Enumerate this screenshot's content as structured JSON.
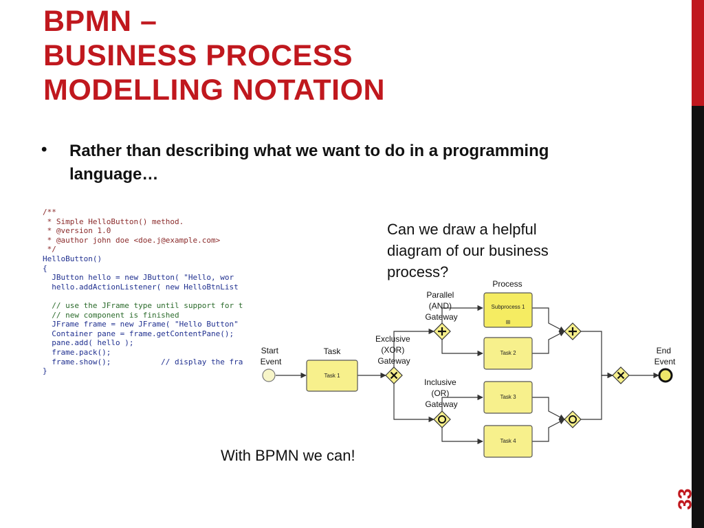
{
  "title": {
    "line1": "BPMN –",
    "line2": "BUSINESS PROCESS",
    "line3": "MODELLING NOTATION"
  },
  "bullet": {
    "marker": "•",
    "text": "Rather than describing what we want to do in a programming language…"
  },
  "code": {
    "lines": [
      "/**",
      " * Simple HelloButton() method.",
      " * @version 1.0",
      " * @author john doe <doe.j@example.com>",
      " */",
      "HelloButton()",
      "{",
      "  JButton hello = new JButton( \"Hello, wor",
      "  hello.addActionListener( new HelloBtnList",
      "",
      "  // use the JFrame type until support for t",
      "  // new component is finished",
      "  JFrame frame = new JFrame( \"Hello Button\"",
      "  Container pane = frame.getContentPane();",
      "  pane.add( hello );",
      "  frame.pack();",
      "  frame.show();           // display the fra",
      "}"
    ]
  },
  "note_right": "Can we draw a helpful diagram of our business process?",
  "note_bottom": "With BPMN we can!",
  "page_number": "33",
  "colors": {
    "accent": "#c0181e",
    "sidebar_dark": "#111111",
    "task_fill": "#f7f08c",
    "subprocess_fill": "#f5ec62",
    "gateway_fill": "#f7f08c"
  },
  "diagram": {
    "labels": {
      "start_event": [
        "Start",
        "Event"
      ],
      "task": "Task",
      "exclusive": [
        "Exclusive",
        "(XOR)",
        "Gateway"
      ],
      "parallel": [
        "Parallel",
        "(AND)",
        "Gateway"
      ],
      "inclusive": [
        "Inclusive",
        "(OR)",
        "Gateway"
      ],
      "process": "Process",
      "end_event": [
        "End",
        "Event"
      ]
    },
    "boxes": {
      "task1": "Task 1",
      "subprocess1": "Subprocess 1",
      "task2": "Task 2",
      "task3": "Task 3",
      "task4": "Task 4"
    },
    "gateway_symbols": {
      "xor": "x-mark-icon",
      "and": "plus-icon",
      "or": "circle-icon"
    },
    "subprocess_marker": "⊞"
  }
}
